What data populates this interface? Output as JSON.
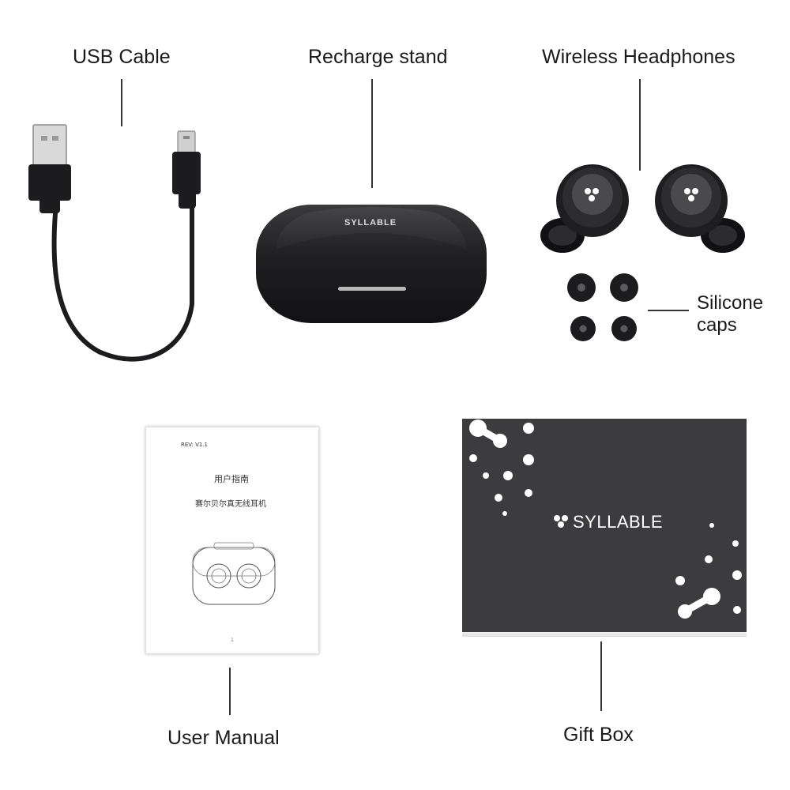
{
  "labels": {
    "usb_cable": "USB Cable",
    "recharge_stand": "Recharge stand",
    "wireless_headphones": "Wireless Headphones",
    "silicone_caps_line1": "Silicone",
    "silicone_caps_line2": "caps",
    "user_manual": "User Manual",
    "gift_box": "Gift Box"
  },
  "case": {
    "brand": "SYLLABLE"
  },
  "manual": {
    "revision": "REV: V1.1",
    "title": "用户指南",
    "subtitle": "赛尔贝尔真无线耳机",
    "page_number": "1"
  },
  "gift_box": {
    "brand": "SYLLABLE"
  },
  "colors": {
    "product_black": "#1c1c1e",
    "box_gray": "#3c3c3e",
    "text": "#1a1a1a"
  }
}
